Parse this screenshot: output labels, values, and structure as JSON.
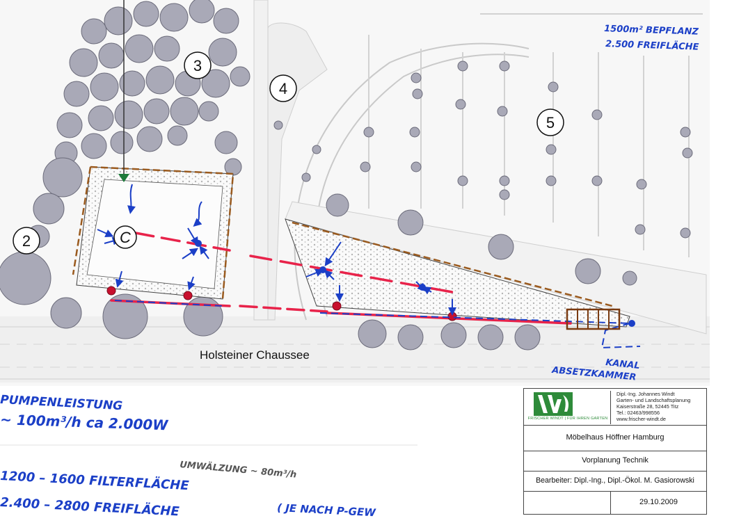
{
  "map": {
    "area_labels": [
      "2",
      "3",
      "4",
      "5"
    ],
    "street_name": "Holsteiner Chaussee",
    "marker_letter": "C"
  },
  "annotations": {
    "top_right_line1": "1500m² BEPFLANZ",
    "top_right_line2": "2.500 FREIFLÄCHE",
    "kanal": "KANAL",
    "absetzkammer": "ABSETZKAMMER",
    "pump_line1": "PUMPENLEISTUNG",
    "pump_line2": "~ 100m³/h   ca 2.000W",
    "umwaelzung": "UMWÄLZUNG ~ 80m³/h",
    "filter_line1": "1200 – 1600  FILTERFLÄCHE",
    "filter_line2": "2.400 – 2800  FREIFLÄCHE",
    "bottom_note": "( JE NACH P-GEW"
  },
  "title_block": {
    "logo_tagline": "FRISCHER WINDT | FÜR IHREN GARTEN",
    "address_lines": [
      "Dipl.-Ing. Johannes Windt",
      "Garten- und Landschaftsplanung",
      "Kaiserstraße 28, 52445 Titz",
      "Tel.: 02463/998556",
      "www.frischer-windt.de"
    ],
    "project": "Möbelhaus Höffner Hamburg",
    "phase": "Vorplanung Technik",
    "editor": "Bearbeiter: Dipl.-Ing., Dipl.-Ökol. M. Gasiorowski",
    "date": "29.10.2009"
  },
  "colors": {
    "tree_fill": "#a9a9b7",
    "tree_stroke": "#6b6b7a",
    "pipe_red": "#e8234a",
    "flow_blue": "#1b3fc7",
    "border_brown": "#9a5a1e",
    "logo_green": "#2e8b3a"
  }
}
